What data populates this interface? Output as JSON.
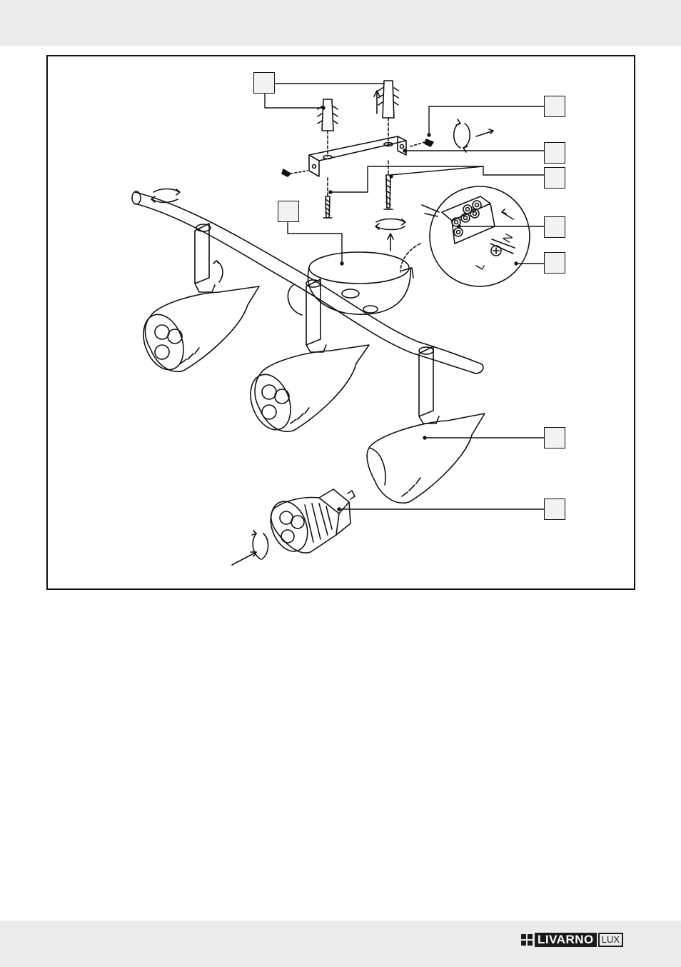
{
  "brand": {
    "name": "LIVARNO",
    "suffix": "LUX"
  },
  "colors": {
    "band": "#ebebeb",
    "line": "#111111",
    "callout_fill": "#f2f2f2"
  },
  "figure": {
    "callouts": [
      "",
      "",
      "",
      "",
      "",
      "",
      "",
      "",
      "",
      ""
    ],
    "terminal_labels": {
      "left": "L",
      "right": "N"
    }
  }
}
